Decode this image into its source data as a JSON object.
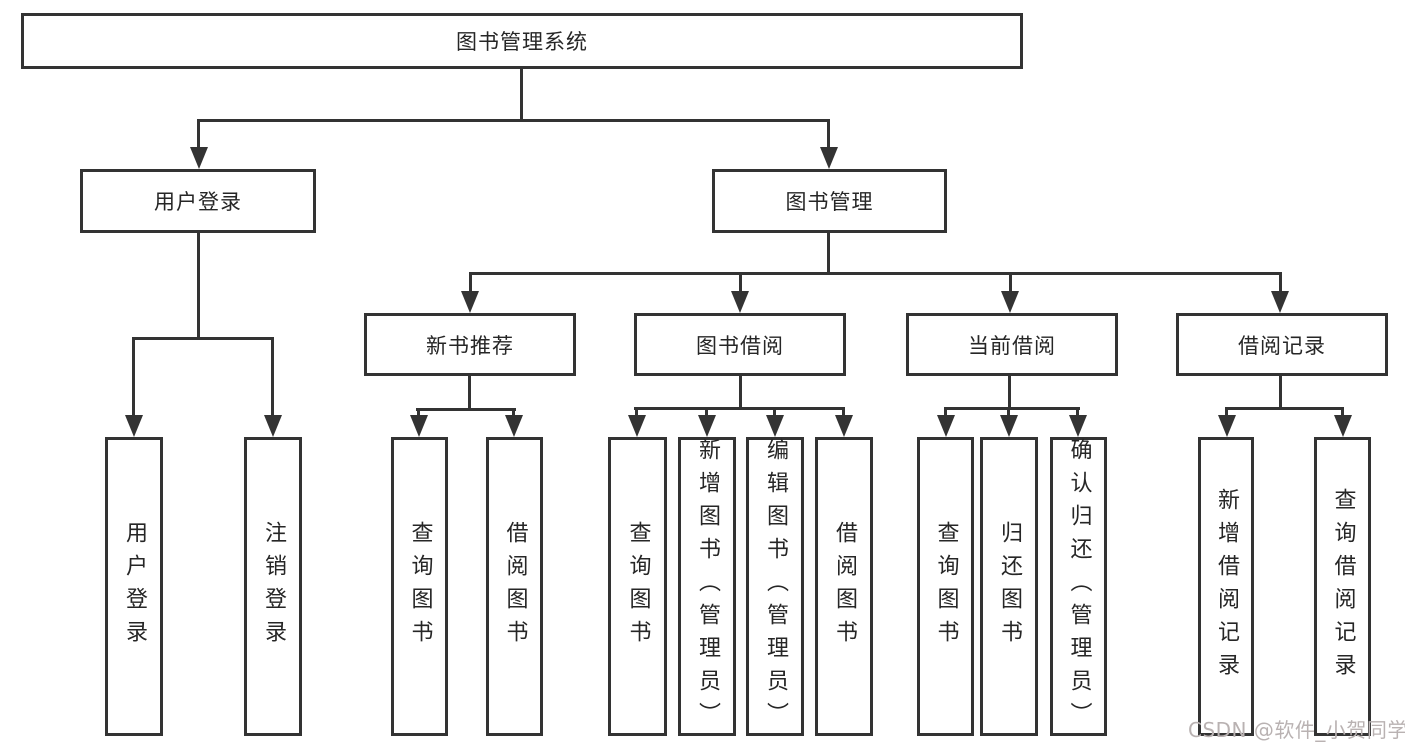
{
  "tree": {
    "label": "图书管理系统",
    "children": [
      {
        "label": "用户登录",
        "children": [
          {
            "label": "用户登录"
          },
          {
            "label": "注销登录"
          }
        ]
      },
      {
        "label": "图书管理",
        "children": [
          {
            "label": "新书推荐",
            "children": [
              {
                "label": "查询图书"
              },
              {
                "label": "借阅图书"
              }
            ]
          },
          {
            "label": "图书借阅",
            "children": [
              {
                "label": "查询图书"
              },
              {
                "label": "新增图书（管理员）"
              },
              {
                "label": "编辑图书（管理员）"
              },
              {
                "label": "借阅图书"
              }
            ]
          },
          {
            "label": "当前借阅",
            "children": [
              {
                "label": "查询图书"
              },
              {
                "label": "归还图书"
              },
              {
                "label": "确认归还（管理员）"
              }
            ]
          },
          {
            "label": "借阅记录",
            "children": [
              {
                "label": "新增借阅记录"
              },
              {
                "label": "查询借阅记录"
              }
            ]
          }
        ]
      }
    ]
  },
  "watermark": {
    "text": "CSDN @软件_小贺同学"
  },
  "colors": {
    "line": "#333333",
    "box_border": "#333333",
    "box_fill": "#ffffff",
    "text": "#262626",
    "watermark": "#b9b2b2",
    "background": "#ffffff"
  }
}
